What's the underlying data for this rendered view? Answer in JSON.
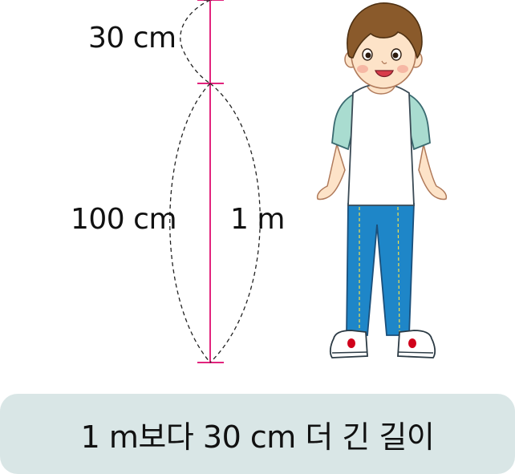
{
  "labels": {
    "extra_length": "30 cm",
    "base_length_cm": "100 cm",
    "base_length_m": "1 m"
  },
  "caption": {
    "text": "1 m보다 30 cm 더 긴 길이"
  },
  "colors": {
    "measure_line": "#e2237d",
    "caption_background": "#d9e6e6",
    "shirt": "#ffffff",
    "sleeves": "#a9dcd0",
    "pants": "#1e86c8",
    "hair": "#8a5a2b",
    "skin": "#fde3c8"
  },
  "icons": {
    "figure": "boy-illustration"
  }
}
